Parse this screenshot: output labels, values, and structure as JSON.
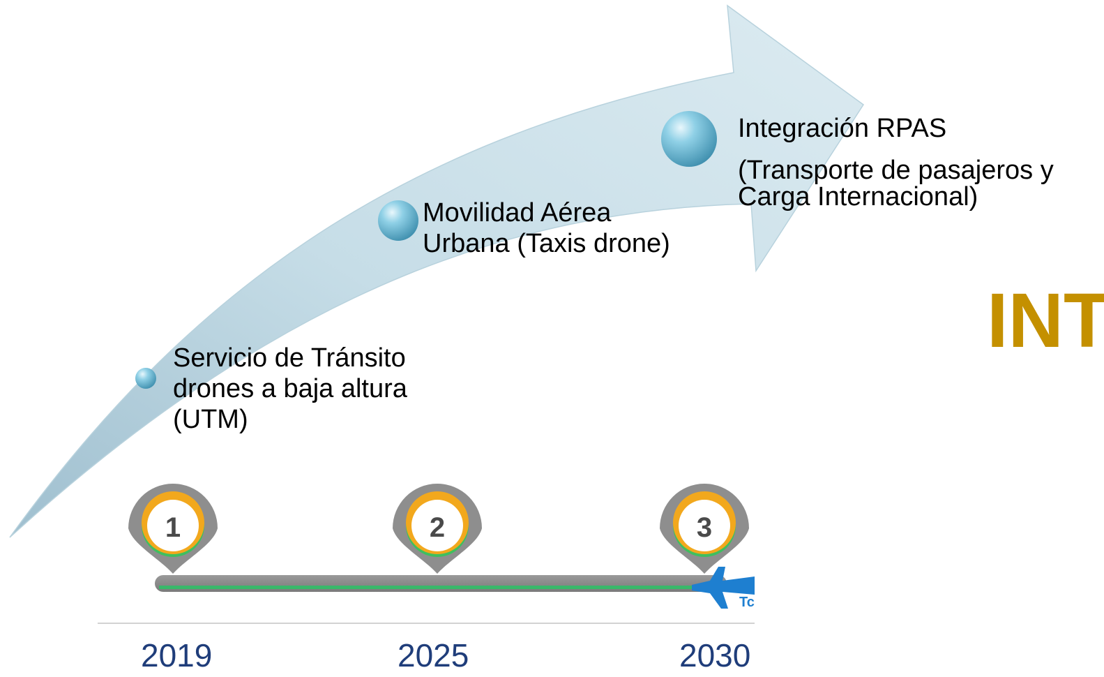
{
  "milestones": [
    {
      "number": "1",
      "year": "2019",
      "text_lines": [
        "Servicio de Tránsito",
        "drones a baja altura",
        "(UTM)"
      ]
    },
    {
      "number": "2",
      "year": "2025",
      "text_lines": [
        "Movilidad Aérea",
        "Urbana (Taxis drone)"
      ]
    },
    {
      "number": "3",
      "year": "2030",
      "text_lines": [
        "Integración RPAS",
        "(Transporte de pasajeros y",
        "Carga Internacional)"
      ]
    }
  ],
  "heading_fragment": "INT",
  "airplane_tag": "Tc",
  "colors": {
    "arrow_light": "#d3e6ee",
    "arrow_dark": "#9fc0cf",
    "bubble": "#5fb0cc",
    "year_text": "#1f3d7a",
    "heading": "#c49000",
    "pin_gray": "#8e8e8e",
    "pin_ring_orange": "#f2a81d",
    "pin_ring_green": "#3fbf5f",
    "timeline_gray": "#8a8a8a",
    "timeline_green": "#39b86a",
    "airplane": "#1e7fd0"
  }
}
